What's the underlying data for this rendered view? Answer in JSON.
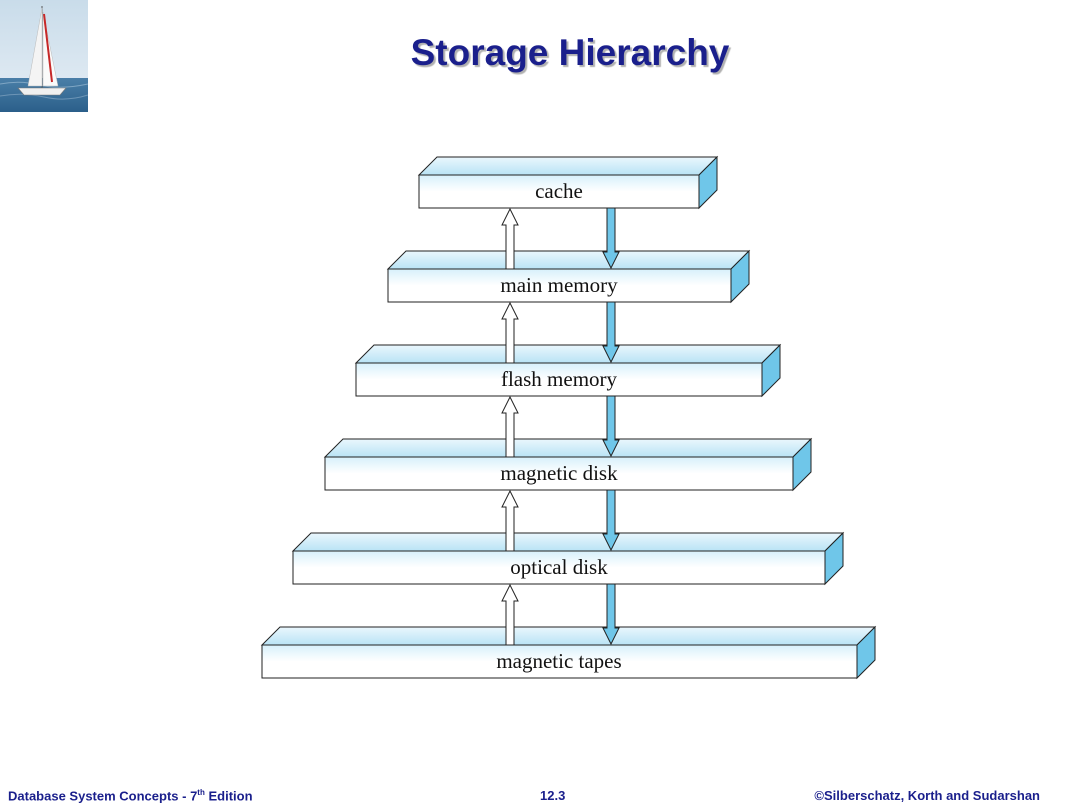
{
  "title": "Storage Hierarchy",
  "levels": [
    {
      "label": "cache"
    },
    {
      "label": "main memory"
    },
    {
      "label": "flash memory"
    },
    {
      "label": "magnetic disk"
    },
    {
      "label": "optical disk"
    },
    {
      "label": "magnetic tapes"
    }
  ],
  "colors": {
    "title": "#1a1f8c",
    "box_top": "#c5e9f7",
    "box_side": "#6fc6e9",
    "arrow_down": "#6fc6e9",
    "footer": "#1a1f8c"
  },
  "footer": {
    "left_prefix": "Database System Concepts - 7",
    "left_sup": "th",
    "left_suffix": " Edition",
    "center": "12.3",
    "right": "©Silberschatz, Korth  and Sudarshan"
  }
}
